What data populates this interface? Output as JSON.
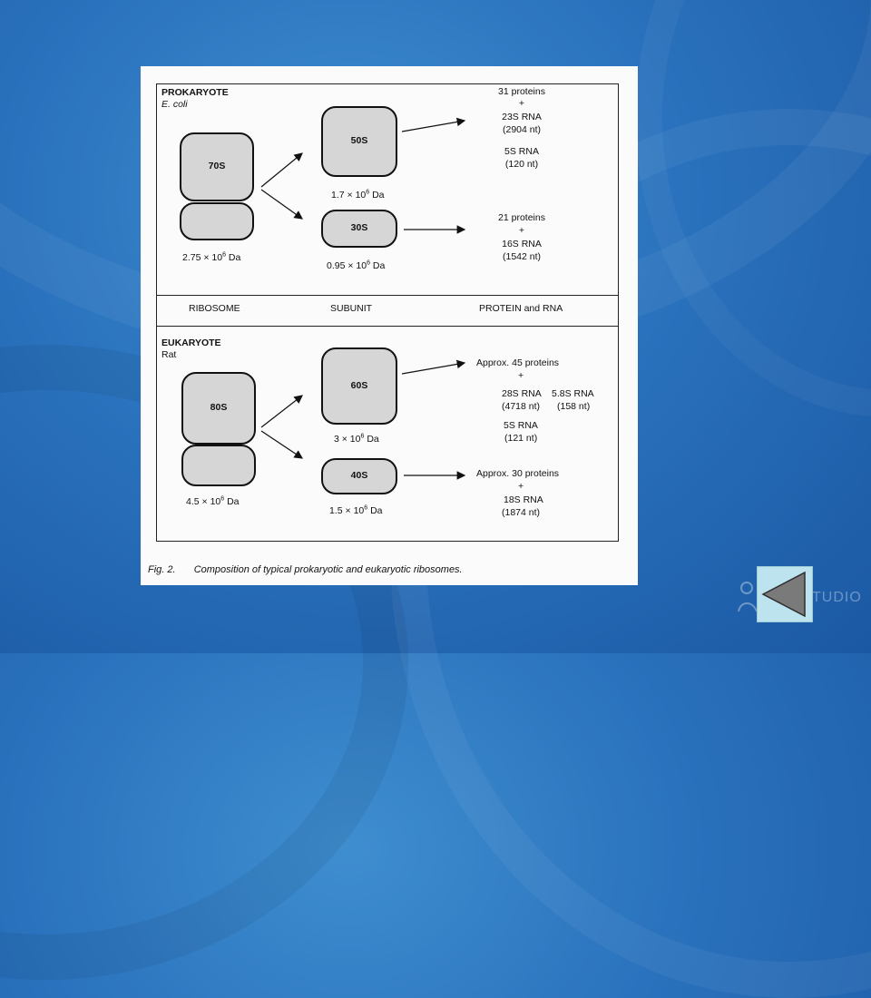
{
  "prokaryote": {
    "title": "PROKARYOTE",
    "organism": "E. coli",
    "ribosome_label": "70S",
    "ribosome_mass": "2.75 × 10",
    "ribosome_mass_exp": "6",
    "ribosome_mass_unit": " Da",
    "large_subunit_label": "50S",
    "large_subunit_mass": "1.7 × 10",
    "large_subunit_mass_exp": "6",
    "large_subunit_mass_unit": " Da",
    "small_subunit_label": "30S",
    "small_subunit_mass": "0.95 × 10",
    "small_subunit_mass_exp": "6",
    "small_subunit_mass_unit": " Da",
    "large_components": [
      "31 proteins",
      "+",
      "23S RNA",
      "(2904 nt)",
      "5S RNA",
      "(120 nt)"
    ],
    "small_components": [
      "21 proteins",
      "+",
      "16S RNA",
      "(1542 nt)"
    ]
  },
  "header_row": {
    "ribosome": "RIBOSOME",
    "subunit": "SUBUNIT",
    "protein_rna": "PROTEIN and RNA"
  },
  "eukaryote": {
    "title": "EUKARYOTE",
    "organism": "Rat",
    "ribosome_label": "80S",
    "ribosome_mass": "4.5 × 10",
    "ribosome_mass_exp": "6",
    "ribosome_mass_unit": " Da",
    "large_subunit_label": "60S",
    "large_subunit_mass": "3 × 10",
    "large_subunit_mass_exp": "6",
    "large_subunit_mass_unit": " Da",
    "small_subunit_label": "40S",
    "small_subunit_mass": "1.5 × 10",
    "small_subunit_mass_exp": "6",
    "small_subunit_mass_unit": " Da",
    "large_components": {
      "proteins": "Approx. 45 proteins",
      "plus": "+",
      "rna_28s": "28S RNA",
      "rna_28s_nt": "(4718 nt)",
      "rna_58s": "5.8S RNA",
      "rna_58s_nt": "(158 nt)",
      "rna_5s": "5S RNA",
      "rna_5s_nt": "(121 nt)"
    },
    "small_components": [
      "Approx. 30 proteins",
      "+",
      "18S RNA",
      "(1874 nt)"
    ]
  },
  "caption": {
    "fig": "Fig. 2.",
    "text": "Composition of typical prokaryotic and eukaryotic ribosomes."
  },
  "watermark": {
    "text": "TUDIO"
  },
  "colors": {
    "slide_blue": "#2a72bd",
    "button_bg": "#bde3ee",
    "button_arrow": "#7a7a7a"
  }
}
